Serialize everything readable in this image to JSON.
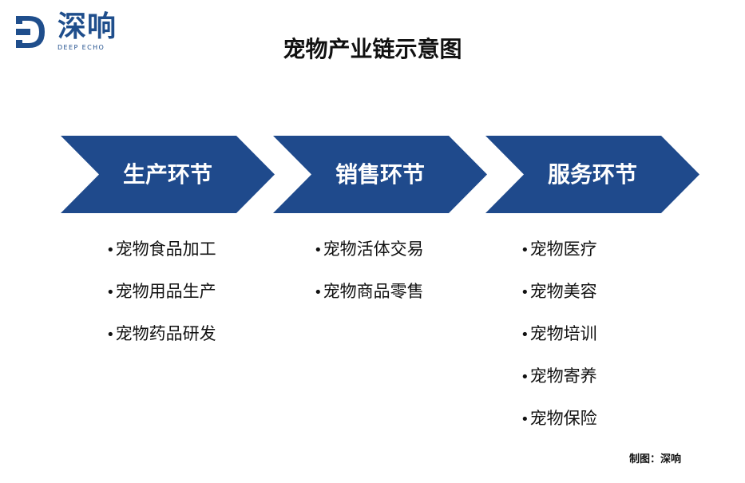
{
  "header": {
    "logo_cn": "深响",
    "logo_en": "DEEP ECHO",
    "title": "宠物产业链示意图"
  },
  "colors": {
    "chevron_fill": "#1f4a8c",
    "logo": "#1f4e8c"
  },
  "stages": [
    {
      "label": "生产环节",
      "items": [
        "宠物食品加工",
        "宠物用品生产",
        "宠物药品研发"
      ]
    },
    {
      "label": "销售环节",
      "items": [
        "宠物活体交易",
        "宠物商品零售"
      ]
    },
    {
      "label": "服务环节",
      "items": [
        "宠物医疗",
        "宠物美容",
        "宠物培训",
        "宠物寄养",
        "宠物保险"
      ]
    }
  ],
  "bullet": "•",
  "footer": {
    "credit": "制图：深响"
  }
}
